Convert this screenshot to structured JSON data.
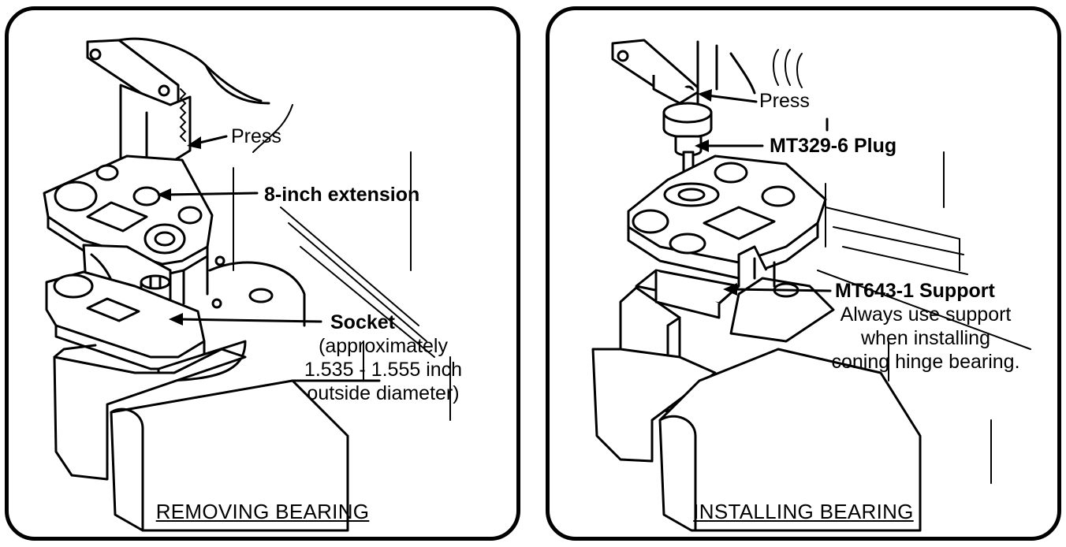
{
  "panels": {
    "removing": {
      "caption": "REMOVING BEARING",
      "labels": {
        "press": "Press",
        "extension": "8-inch extension",
        "socket": "Socket",
        "socket_note_1": "(approximately",
        "socket_note_2": "1.535 - 1.555 inch",
        "socket_note_3": "outside diameter)"
      }
    },
    "installing": {
      "caption": "INSTALLING BEARING",
      "labels": {
        "press": "Press",
        "plug": "MT329-6 Plug",
        "support": "MT643-1 Support",
        "support_note_1": "Always use support",
        "support_note_2": "when installing",
        "support_note_3": "coning hinge bearing."
      }
    }
  }
}
